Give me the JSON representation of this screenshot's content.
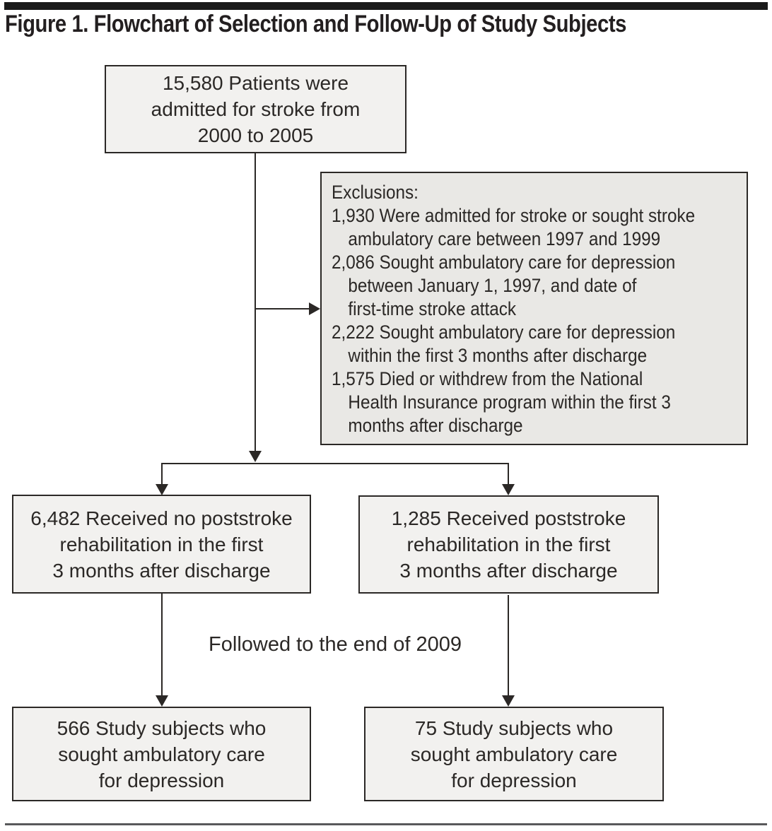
{
  "figure": {
    "title": "Figure 1. Flowchart of Selection and Follow-Up of Study Subjects"
  },
  "flow": {
    "admitted_box": {
      "lines": [
        "15,580 Patients were",
        "admitted for stroke from",
        "2000 to 2005"
      ]
    },
    "exclusions_box": {
      "header": "Exclusions:",
      "items": [
        {
          "count": "1,930",
          "lines": [
            "1,930 Were admitted for stroke or sought stroke",
            "ambulatory care between 1997 and 1999"
          ]
        },
        {
          "count": "2,086",
          "lines": [
            "2,086 Sought ambulatory care for depression",
            "between January 1, 1997, and date of",
            "first-time stroke attack"
          ]
        },
        {
          "count": "2,222",
          "lines": [
            "2,222 Sought ambulatory care for depression",
            "within the first 3 months after discharge"
          ]
        },
        {
          "count": "1,575",
          "lines": [
            "1,575 Died or withdrew from the National",
            "Health Insurance program within the first 3",
            "months after discharge"
          ]
        }
      ]
    },
    "no_rehab_box": {
      "lines": [
        "6,482 Received no poststroke",
        "rehabilitation in the first",
        "3 months after discharge"
      ]
    },
    "rehab_box": {
      "lines": [
        "1,285 Received poststroke",
        "rehabilitation in the first",
        "3 months after discharge"
      ]
    },
    "followup_label": "Followed to the end of 2009",
    "no_rehab_outcome_box": {
      "lines": [
        "566 Study subjects who",
        "sought ambulatory care",
        "for depression"
      ]
    },
    "rehab_outcome_box": {
      "lines": [
        "75 Study subjects who",
        "sought ambulatory care",
        "for depression"
      ]
    }
  },
  "colors": {
    "line_and_border": "#2b2826",
    "box_fill": "#f2f1ef",
    "exclusions_fill": "#e9e8e5",
    "top_bar": "#1a1a1a",
    "bottom_rule": "#58595b",
    "text": "#2b2826",
    "background": "#ffffff"
  }
}
